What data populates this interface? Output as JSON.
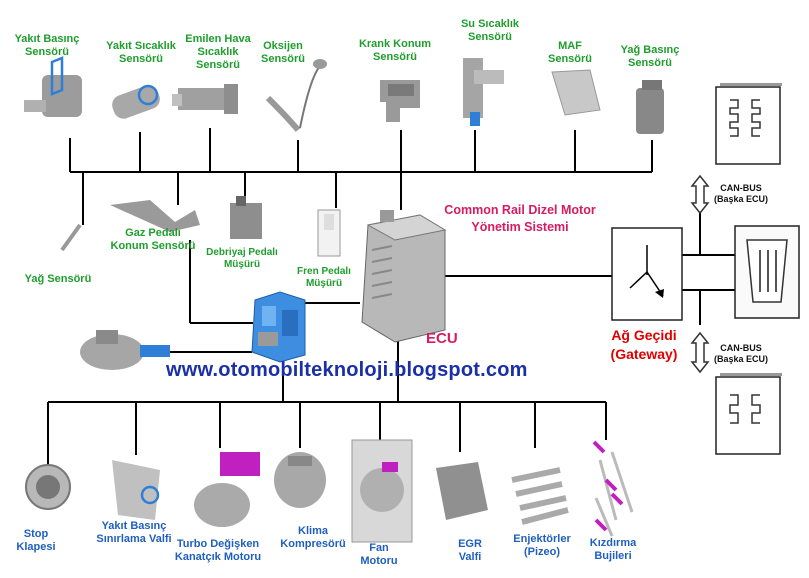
{
  "title": "Common Rail Dizel Motor\nYönetim Sistemi",
  "ecu_label": "ECU",
  "gateway_label": "Ağ Geçidi\n(Gateway)",
  "can_top": "CAN-BUS\n(Başka ECU)",
  "can_bottom": "CAN-BUS\n(Başka ECU)",
  "url": "www.otomobilteknoloji.blogspot.com",
  "sensors": [
    "Yakıt Basınç\nSensörü",
    "Yakıt Sıcaklık\nSensörü",
    "Emilen Hava\nSıcaklık\nSensörü",
    "Oksijen\nSensörü",
    "Krank Konum\nSensörü",
    "Su Sıcaklık\nSensörü",
    "MAF\nSensörü",
    "Yağ Basınç\nSensörü"
  ],
  "middle": {
    "yag_sensoru": "Yağ Sensörü",
    "gaz_pedali": "Gaz Pedalı\nKonum Sensörü",
    "debriyaj": "Debriyaj Pedalı\nMüşürü",
    "fren": "Fren Pedalı\nMüşürü"
  },
  "actuators": [
    "Stop\nKlapesi",
    "Yakıt Basınç\nSınırlama Valfi",
    "Turbo Değişken\nKanatçık Motoru",
    "Klima\nKompresörü",
    "Fan\nMotoru",
    "EGR\nValfi",
    "Enjektörler\n(Pizeo)",
    "Kızdırma\nBujileri"
  ],
  "colors": {
    "sensor_label": "#1f9e2e",
    "actuator_label": "#1f5fbf",
    "title": "#d81b60",
    "gateway": "#e00000",
    "url": "#1a2fa8",
    "highlight_blue": "#2f7fd9",
    "highlight_magenta": "#c020c0"
  }
}
